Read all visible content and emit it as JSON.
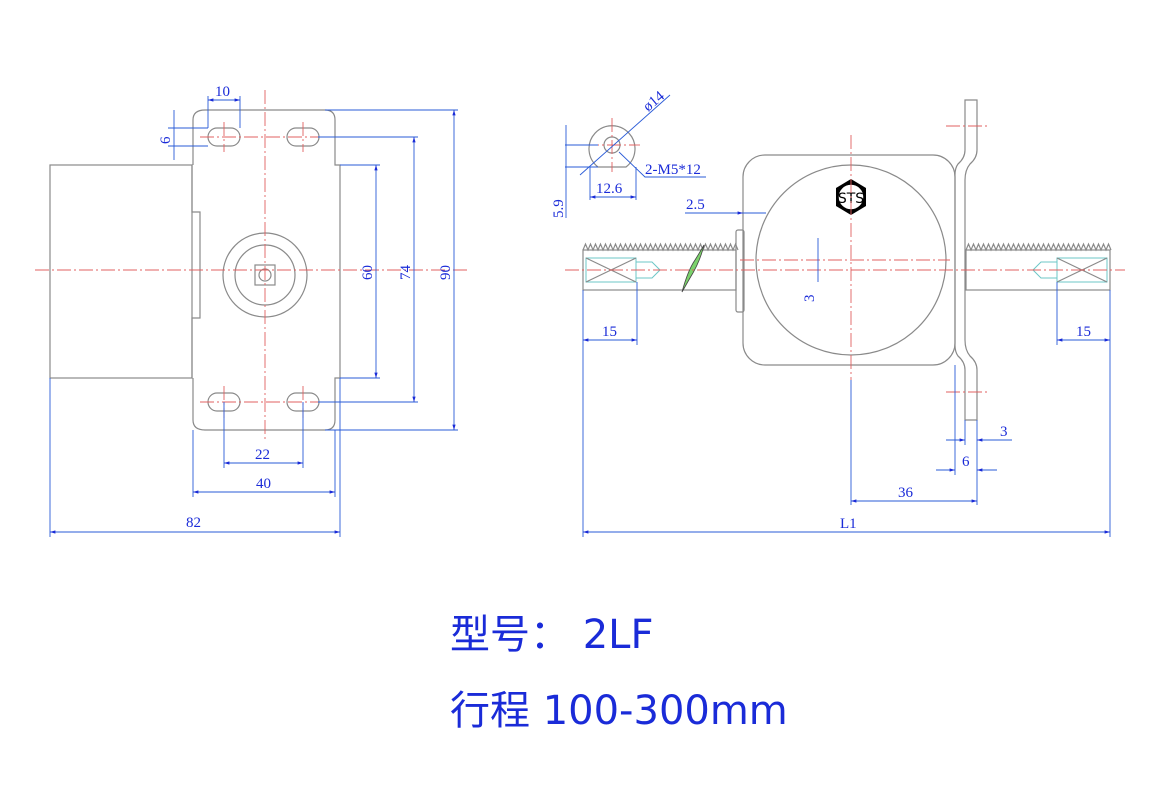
{
  "dimensions": {
    "d10": "10",
    "d6_left": "6",
    "d60": "60",
    "d74": "74",
    "d90": "90",
    "d22": "22",
    "d40": "40",
    "d82": "82",
    "phi14": "ø14",
    "thread": "2-M5*12",
    "d12_6": "12.6",
    "d5_9": "5.9",
    "d2_5": "2.5",
    "d15_left": "15",
    "d15_right": "15",
    "d3_center": "3",
    "d3_flange": "3",
    "d6_flange": "6",
    "d36": "36",
    "L1": "L1"
  },
  "logo": "STS",
  "model_line": "型号：  2LF",
  "stroke_line": "行程  100-300mm",
  "colors": {
    "dimension": "#1a2bd8",
    "centerline": "#e06060",
    "outline": "#8a8a8a"
  }
}
